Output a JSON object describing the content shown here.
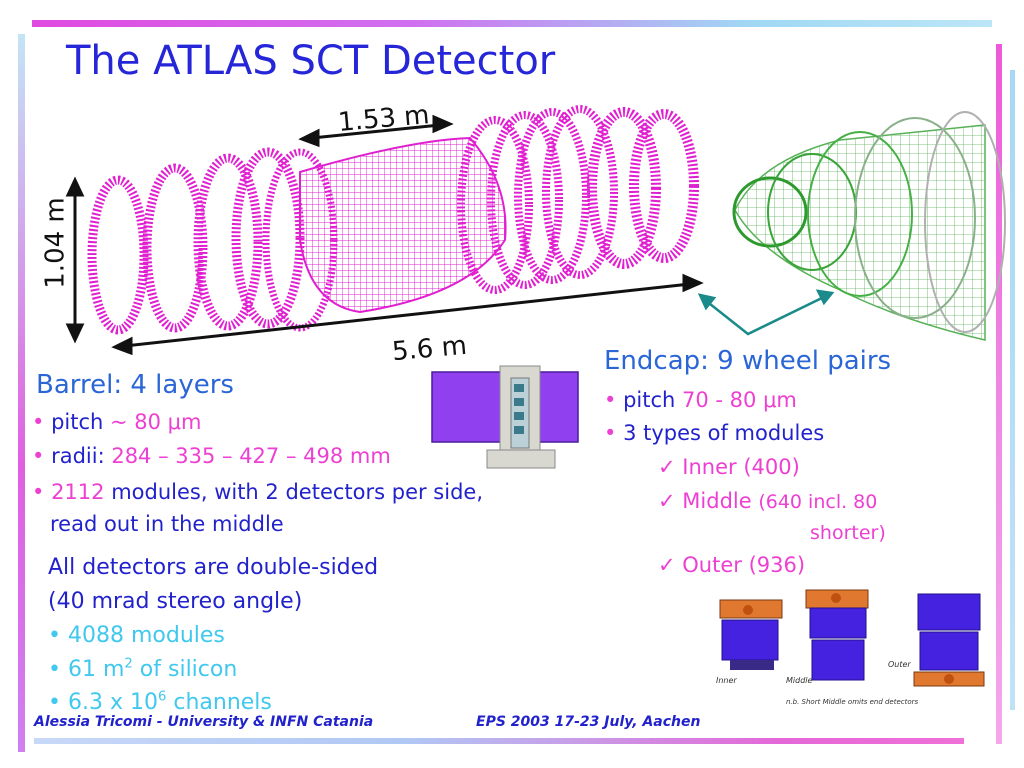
{
  "title": "The ATLAS SCT Detector",
  "dimensions": {
    "length_top": "1.53 m",
    "height": "1.04 m",
    "length_total": "5.6 m"
  },
  "barrel": {
    "heading": "Barrel: 4 layers",
    "pitch_label": "pitch",
    "pitch_value": "~ 80 μm",
    "radii_label": "radii:",
    "radii_value": "284 – 335 – 427 – 498 mm",
    "modules_count": "2112",
    "modules_text": "modules, with 2 detectors per side,",
    "modules_text2": "read out in the middle"
  },
  "common": {
    "line1": "All detectors are double-sided",
    "line2": "(40 mrad stereo angle)",
    "modules": "4088 modules",
    "silicon_pre": "61 m",
    "silicon_sup": "2",
    "silicon_post": " of silicon",
    "channels_pre": "6.3 x 10",
    "channels_sup": "6",
    "channels_post": " channels"
  },
  "endcap": {
    "heading": "Endcap: 9 wheel pairs",
    "pitch_label": "pitch",
    "pitch_value": "70 - 80 μm",
    "types": "3 types of modules",
    "inner": "Inner (400)",
    "middle_a": "Middle",
    "middle_b": "(640 incl. 80",
    "middle_c": "shorter)",
    "outer": "Outer (936)"
  },
  "module_labels": {
    "inner": "Inner",
    "middle": "Middle",
    "outer": "Outer",
    "note": "n.b. Short Middle omits end detectors"
  },
  "footer": {
    "author": "Alessia Tricomi - University & INFN Catania",
    "event": "EPS 2003 17-23 July, Aachen"
  },
  "colors": {
    "title": "#2626d9",
    "magenta": "#ee3fd3",
    "cyan": "#40c8ee",
    "detector": "#e020d0",
    "endcap": "#40b040",
    "module": "#5522dd"
  }
}
